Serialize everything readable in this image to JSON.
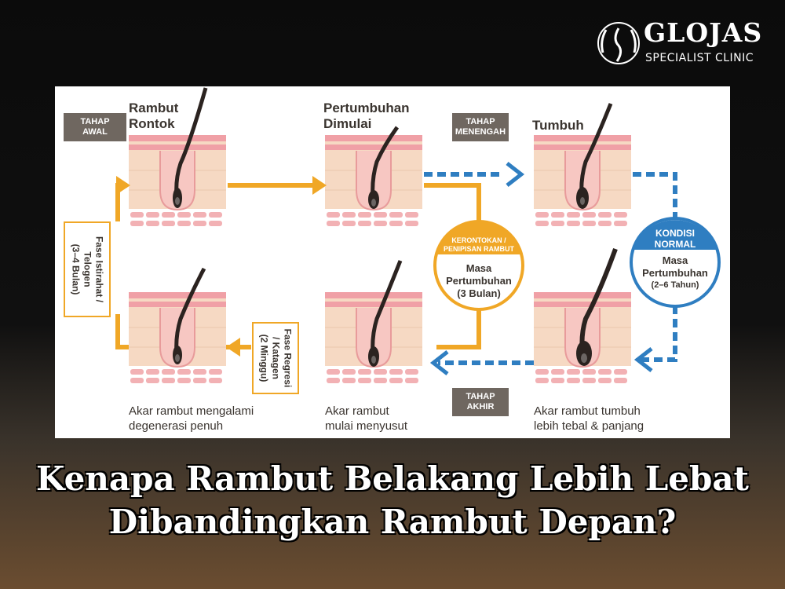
{
  "brand": {
    "title": "GLOJAS",
    "subtitle": "SPECIALIST CLINIC"
  },
  "badges": {
    "early": [
      "TAHAP",
      "AWAL"
    ],
    "middle": [
      "TAHAP",
      "MENENGAH"
    ],
    "late": [
      "TAHAP",
      "AKHIR"
    ]
  },
  "stages": {
    "shedding": {
      "title": [
        "Rambut",
        "Rontok"
      ]
    },
    "growth_start": {
      "title": [
        "Pertumbuhan",
        "Dimulai"
      ]
    },
    "growing": {
      "title": [
        "Tumbuh"
      ]
    }
  },
  "captions": {
    "degeneration": [
      "Akar rambut mengalami",
      "degenerasi penuh"
    ],
    "shrinking": [
      "Akar rambut",
      "mulai menyusut"
    ],
    "thicker": [
      "Akar rambut tumbuh",
      "lebih tebal & panjang"
    ]
  },
  "phases": {
    "telogen": [
      "Fase Istirahat /",
      "Telogen",
      "(3–4 Bulan)"
    ],
    "catagen": [
      "Fase Regresi",
      "/ Katagen",
      "(2 Minggu)"
    ]
  },
  "thinning_circle": {
    "head": [
      "KERONTOKAN /",
      "PENIPISAN RAMBUT"
    ],
    "body": [
      "Masa",
      "Pertumbuhan",
      "(3 Bulan)"
    ]
  },
  "normal_circle": {
    "head": [
      "KONDISI",
      "NORMAL"
    ],
    "body": [
      "Masa",
      "Pertumbuhan"
    ],
    "sub": "(2–6 Tahun)"
  },
  "headline": [
    "Kenapa Rambut Belakang Lebih Lebat",
    "Dibandingkan Rambut Depan?"
  ],
  "colors": {
    "orange": "#f0a726",
    "dark_orange": "#e88a12",
    "blue": "#2f7ec1",
    "skin": "#f6d9c3",
    "pink": "#f0a0a6",
    "badge": "#6f6760"
  }
}
